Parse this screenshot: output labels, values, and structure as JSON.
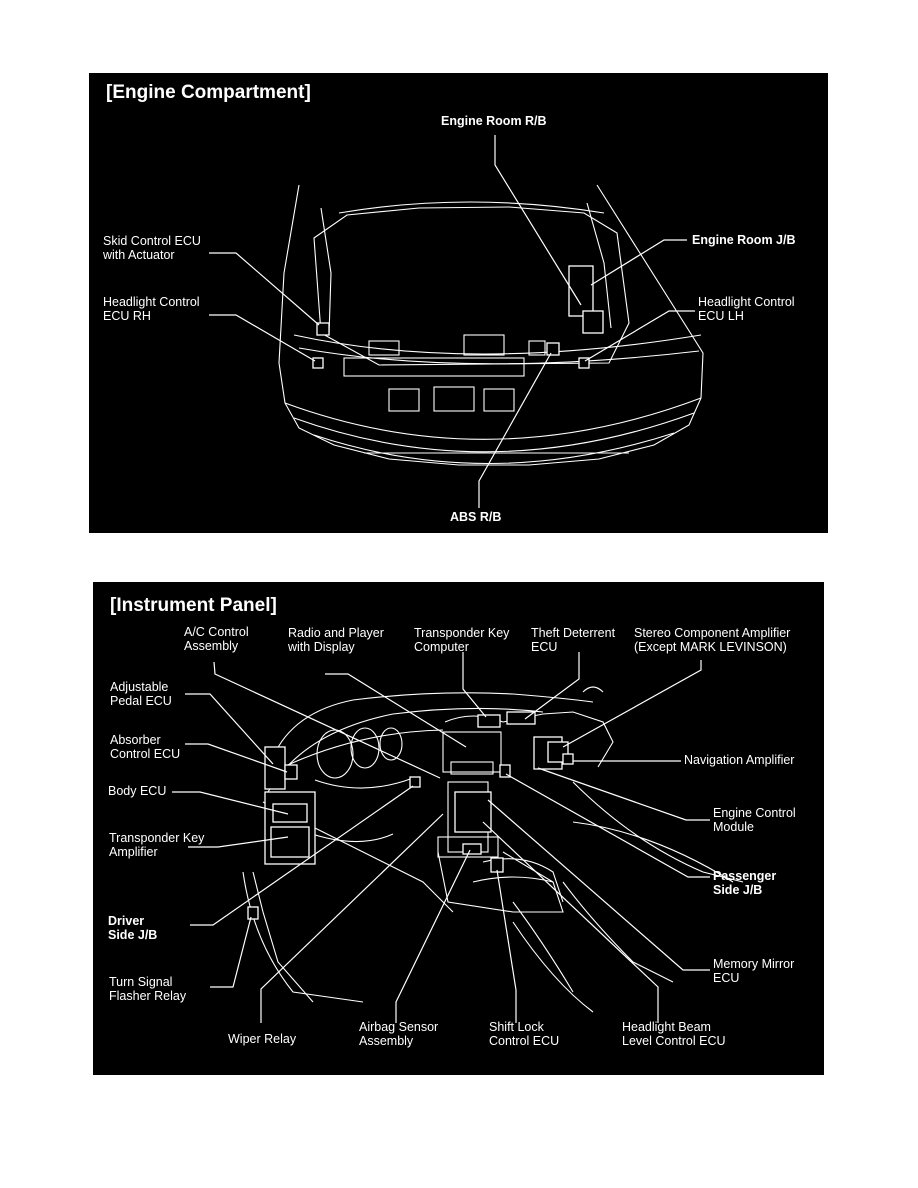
{
  "engine_compartment": {
    "title": "[Engine Compartment]",
    "labels": {
      "engine_room_rb": "Engine Room R/B",
      "skid_control_l1": "Skid Control ECU",
      "skid_control_l2": "with Actuator",
      "engine_room_jb": "Engine Room J/B",
      "headlight_rh_l1": "Headlight Control",
      "headlight_rh_l2": "ECU RH",
      "headlight_lh_l1": "Headlight Control",
      "headlight_lh_l2": "ECU LH",
      "abs_rb": "ABS R/B"
    }
  },
  "instrument_panel": {
    "title": "[Instrument Panel]",
    "labels": {
      "ac_l1": "A/C Control",
      "ac_l2": "Assembly",
      "radio_l1": "Radio and Player",
      "radio_l2": "with Display",
      "transponder_comp_l1": "Transponder Key",
      "transponder_comp_l2": "Computer",
      "theft_l1": "Theft Deterrent",
      "theft_l2": "ECU",
      "stereo_l1": "Stereo Component Amplifier",
      "stereo_l2": "(Except MARK LEVINSON)",
      "pedal_l1": "Adjustable",
      "pedal_l2": "Pedal ECU",
      "absorber_l1": "Absorber",
      "absorber_l2": "Control ECU",
      "body_ecu": "Body ECU",
      "nav_amp": "Navigation Amplifier",
      "transponder_amp_l1": "Transponder Key",
      "transponder_amp_l2": "Amplifier",
      "ecm_l1": "Engine Control",
      "ecm_l2": "Module",
      "passenger_l1": "Passenger",
      "passenger_l2": "Side J/B",
      "driver_l1": "Driver",
      "driver_l2": "Side J/B",
      "memory_l1": "Memory Mirror",
      "memory_l2": "ECU",
      "turn_l1": "Turn Signal",
      "turn_l2": "Flasher Relay",
      "wiper": "Wiper Relay",
      "airbag_l1": "Airbag Sensor",
      "airbag_l2": "Assembly",
      "shiftlock_l1": "Shift Lock",
      "shiftlock_l2": "Control ECU",
      "beam_l1": "Headlight Beam",
      "beam_l2": "Level Control ECU"
    }
  }
}
